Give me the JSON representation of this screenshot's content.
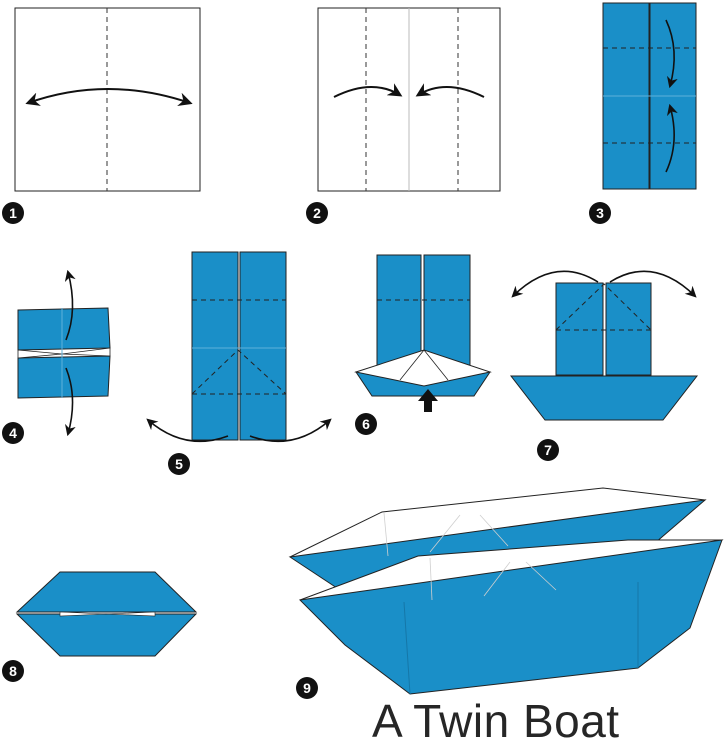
{
  "title": "A Twin Boat",
  "colors": {
    "paper_blue": "#1a8fc8",
    "paper_white": "#ffffff",
    "outline": "#1e1e1e",
    "badge": "#111111",
    "arrow": "#111111"
  },
  "steps": [
    {
      "number": "1"
    },
    {
      "number": "2"
    },
    {
      "number": "3"
    },
    {
      "number": "4"
    },
    {
      "number": "5"
    },
    {
      "number": "6"
    },
    {
      "number": "7"
    },
    {
      "number": "8"
    },
    {
      "number": "9"
    }
  ],
  "icons": [
    "fold-arrow-icon",
    "push-up-arrow-icon",
    "step-number-badge"
  ]
}
